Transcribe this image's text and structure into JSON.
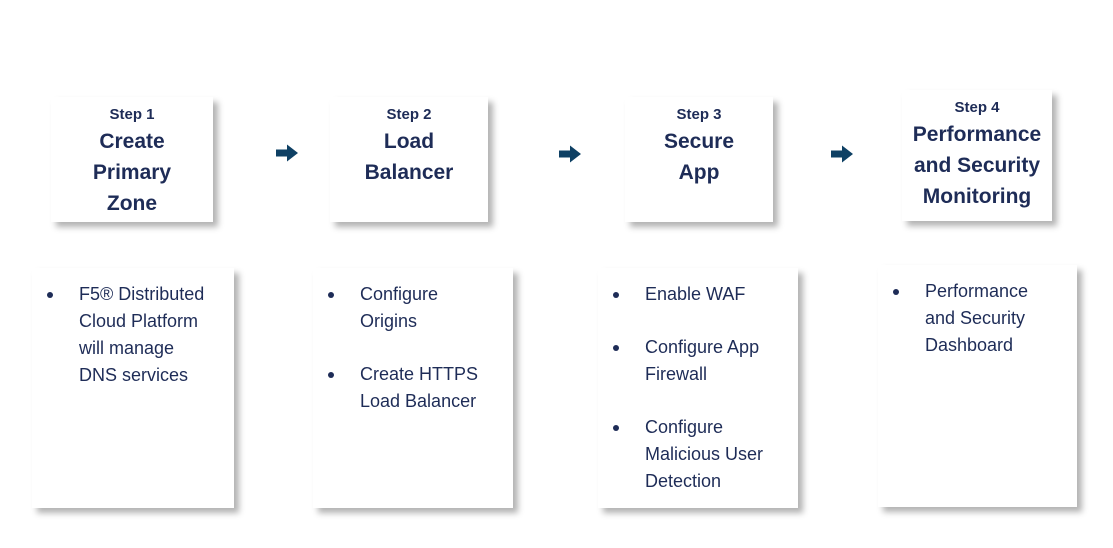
{
  "colors": {
    "text_navy": "#1e2c57",
    "arrow_blue": "#0e4064",
    "box_background": "#ffffff"
  },
  "steps": [
    {
      "label": "Step 1",
      "title": "Create\nPrimary\nZone",
      "bullets": [
        "F5® Distributed\nCloud Platform\nwill manage\nDNS services"
      ]
    },
    {
      "label": "Step 2",
      "title": "Load\nBalancer",
      "bullets": [
        "Configure\nOrigins",
        "Create HTTPS\nLoad Balancer"
      ]
    },
    {
      "label": "Step 3",
      "title": "Secure\nApp",
      "bullets": [
        "Enable WAF",
        "Configure App\nFirewall",
        "Configure\nMalicious User\nDetection"
      ]
    },
    {
      "label": "Step 4",
      "title": "Performance\nand Security\nMonitoring",
      "bullets": [
        "Performance\nand Security\nDashboard"
      ]
    }
  ]
}
